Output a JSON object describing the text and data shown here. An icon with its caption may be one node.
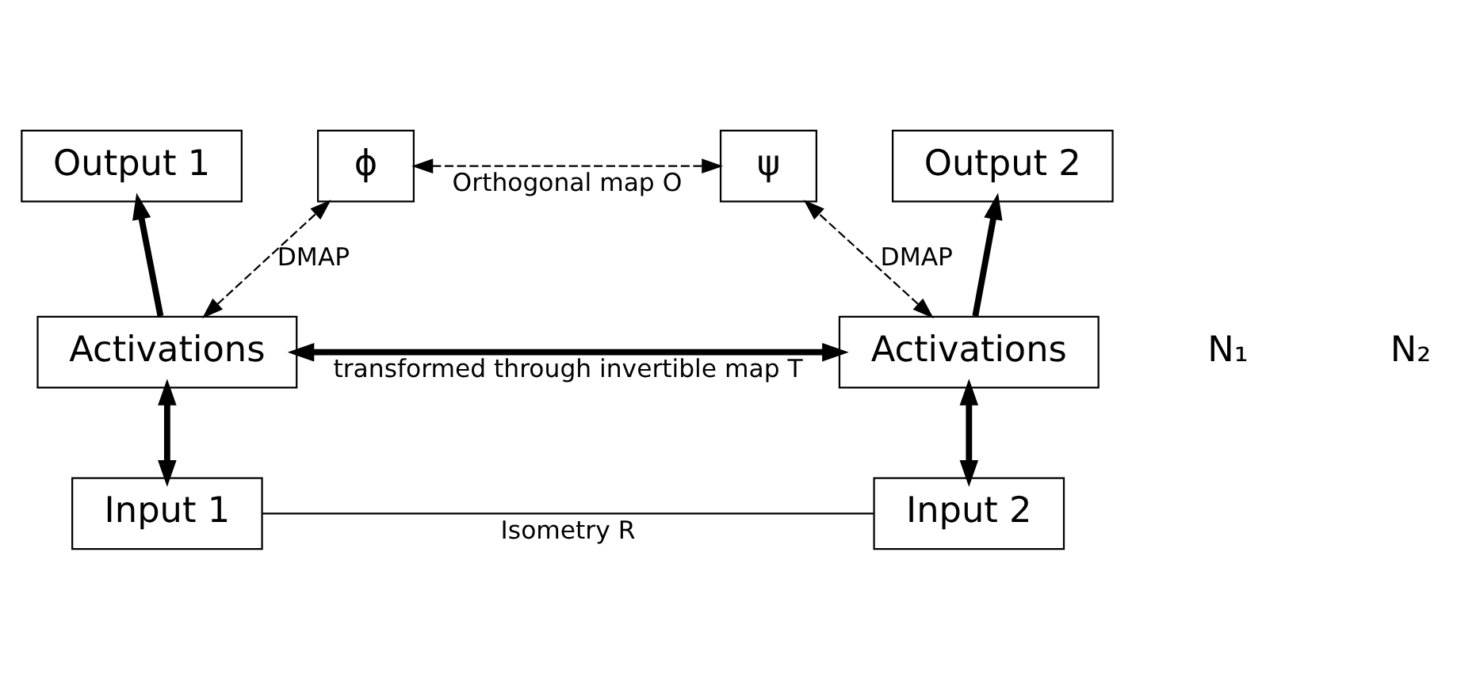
{
  "diagram": {
    "nodes": [
      {
        "text": [
          "Output 1"
        ]
      },
      {
        "text": [
          "ϕ"
        ]
      },
      {
        "text": [
          "ψ"
        ]
      },
      {
        "text": [
          "Output 2"
        ]
      },
      {
        "text": [
          "Activations"
        ]
      },
      {
        "text": [
          "Activations"
        ]
      },
      {
        "text": [
          "Input 1"
        ]
      },
      {
        "text": [
          "Input 2"
        ]
      }
    ],
    "edges": [
      {
        "from": 1,
        "to": 2,
        "arrow": "both",
        "style": "dashed",
        "label": "Orthogonal map O"
      },
      {
        "from": 4,
        "to": 0,
        "arrow": "to"
      },
      {
        "from": 4,
        "to": 1,
        "arrow": "both",
        "style": "dashed",
        "label": "DMAP"
      },
      {
        "from": 5,
        "to": 2,
        "arrow": "both",
        "style": "dashed",
        "label": "DMAP"
      },
      {
        "from": 5,
        "to": 3,
        "arrow": "to"
      },
      {
        "from": 4,
        "to": 5,
        "arrow": "both",
        "label": "transformed through invertible map T"
      },
      {
        "from": 6,
        "to": 4,
        "arrow": "both"
      },
      {
        "from": 7,
        "to": 5,
        "arrow": "both"
      },
      {
        "from": 6,
        "to": 7,
        "arrow": "none",
        "label": "Isometry R"
      }
    ],
    "labels": [
      "N₁",
      "N₂"
    ]
  }
}
